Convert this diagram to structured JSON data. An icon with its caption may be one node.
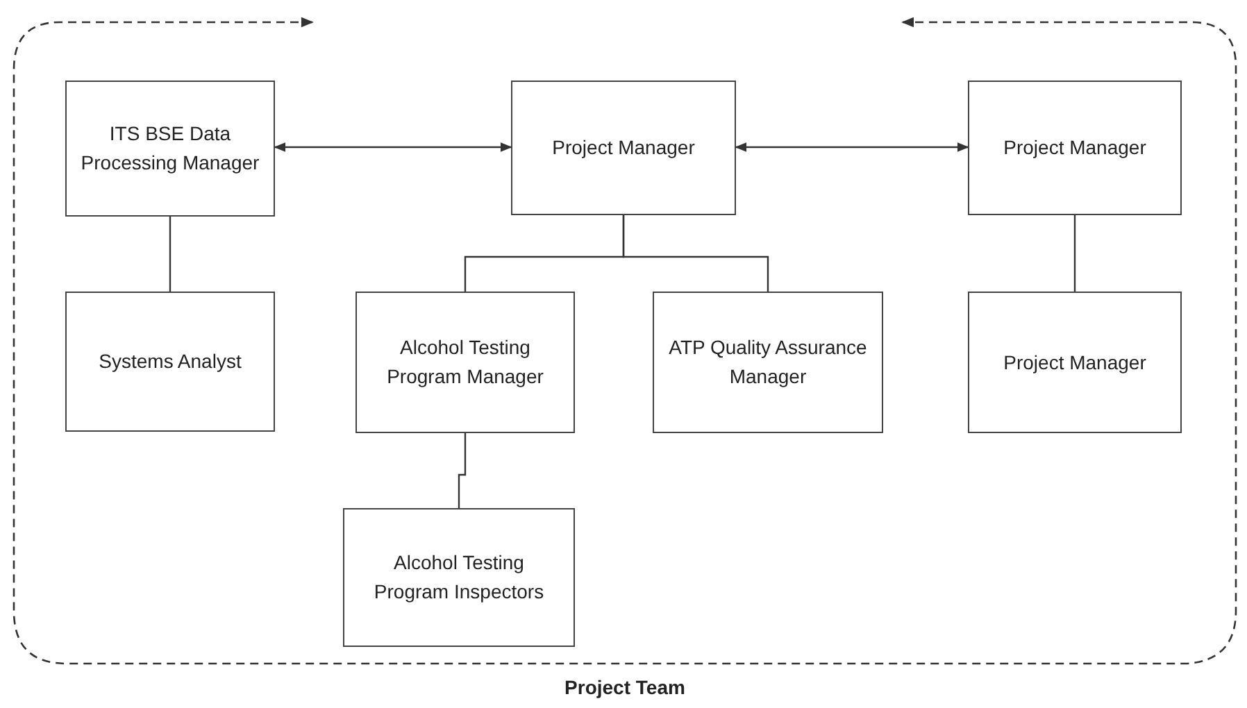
{
  "diagram": {
    "nodes": [
      {
        "text": [
          "Project Team"
        ]
      },
      {
        "text": [
          "ITS BSE Data Processing Manager"
        ],
        "in": 0
      },
      {
        "text": [
          "Project Manager"
        ],
        "in": 0
      },
      {
        "text": [
          "Project Manager"
        ],
        "in": 0
      },
      {
        "text": [
          "Systems Analyst"
        ],
        "in": 0
      },
      {
        "text": [
          "Alcohol Testing Program Manager"
        ],
        "in": 0
      },
      {
        "text": [
          "ATP Quality Assurance Manager"
        ],
        "in": 0
      },
      {
        "text": [
          "Project Manager"
        ],
        "in": 0
      },
      {
        "text": [
          "Alcohol Testing Program Inspectors"
        ],
        "in": 0
      }
    ],
    "edges": [
      {
        "from": 1,
        "to": 2,
        "arrow": "both"
      },
      {
        "from": 2,
        "to": 3,
        "arrow": "both"
      },
      {
        "from": 1,
        "to": 4,
        "arrow": "none"
      },
      {
        "from": 2,
        "to": 5,
        "arrow": "none"
      },
      {
        "from": 2,
        "to": 6,
        "arrow": "none"
      },
      {
        "from": 3,
        "to": 7,
        "arrow": "none"
      },
      {
        "from": 5,
        "to": 8,
        "arrow": "none"
      }
    ]
  }
}
